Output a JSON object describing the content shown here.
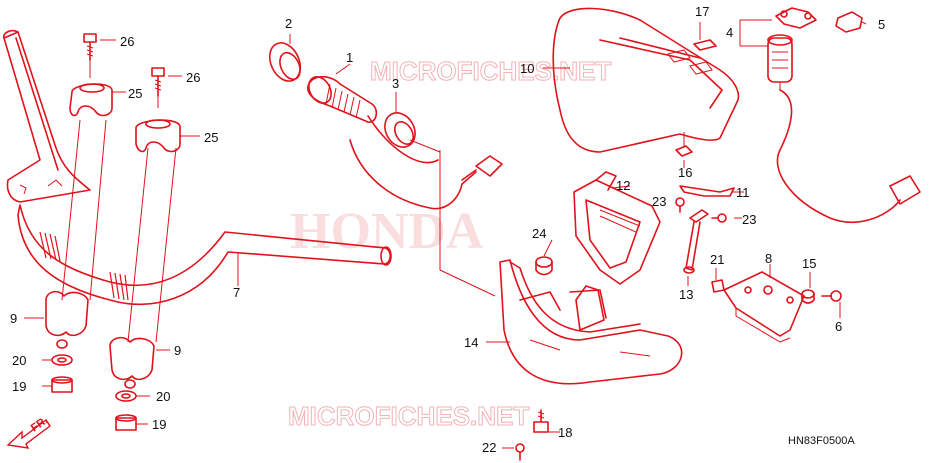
{
  "watermarks": {
    "top": "MICROFICHES.NET",
    "bottom": "MICROFICHES.NET",
    "brand": "HONDA"
  },
  "diagram_code": "HN83F0500A",
  "direction_label": "FR.",
  "callouts": [
    {
      "id": "c1",
      "text": "1"
    },
    {
      "id": "c2",
      "text": "2"
    },
    {
      "id": "c3",
      "text": "3"
    },
    {
      "id": "c4",
      "text": "4"
    },
    {
      "id": "c5",
      "text": "5"
    },
    {
      "id": "c6",
      "text": "6"
    },
    {
      "id": "c7",
      "text": "7"
    },
    {
      "id": "c8",
      "text": "8"
    },
    {
      "id": "c9a",
      "text": "9"
    },
    {
      "id": "c9b",
      "text": "9"
    },
    {
      "id": "c10",
      "text": "10"
    },
    {
      "id": "c11",
      "text": "11"
    },
    {
      "id": "c12",
      "text": "12"
    },
    {
      "id": "c13",
      "text": "13"
    },
    {
      "id": "c14",
      "text": "14"
    },
    {
      "id": "c15",
      "text": "15"
    },
    {
      "id": "c16",
      "text": "16"
    },
    {
      "id": "c17",
      "text": "17"
    },
    {
      "id": "c18",
      "text": "18"
    },
    {
      "id": "c19a",
      "text": "19"
    },
    {
      "id": "c19b",
      "text": "19"
    },
    {
      "id": "c20a",
      "text": "20"
    },
    {
      "id": "c20b",
      "text": "20"
    },
    {
      "id": "c21",
      "text": "21"
    },
    {
      "id": "c22",
      "text": "22"
    },
    {
      "id": "c23a",
      "text": "23"
    },
    {
      "id": "c23b",
      "text": "23"
    },
    {
      "id": "c24",
      "text": "24"
    },
    {
      "id": "c25a",
      "text": "25"
    },
    {
      "id": "c25b",
      "text": "25"
    },
    {
      "id": "c26a",
      "text": "26"
    },
    {
      "id": "c26b",
      "text": "26"
    }
  ],
  "colors": {
    "line": "#e0121b",
    "text": "#111111",
    "watermark": "#f0a0a4"
  }
}
